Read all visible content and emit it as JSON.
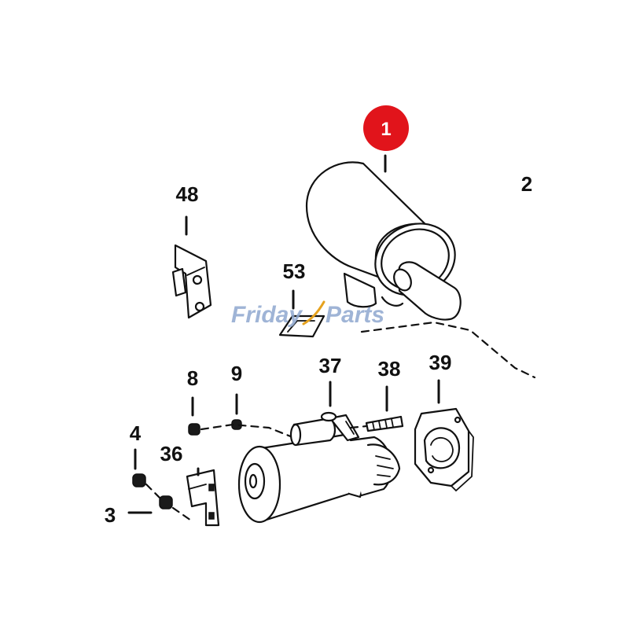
{
  "diagram": {
    "highlight_color": "#e1141b",
    "watermark": {
      "text_a": "Friday",
      "text_b": "Parts",
      "color": "#8fa8cf"
    },
    "callouts": {
      "c1": "1",
      "c2": "2",
      "c3": "3",
      "c4": "4",
      "c8": "8",
      "c9": "9",
      "c36": "36",
      "c37": "37",
      "c38": "38",
      "c39": "39",
      "c48": "48",
      "c53": "53"
    },
    "highlighted_part": "1"
  }
}
